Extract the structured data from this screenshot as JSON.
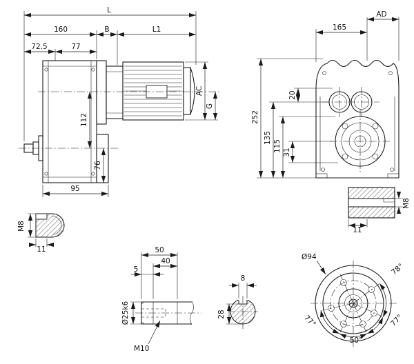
{
  "side_view": {
    "total_length": "L",
    "len_160": "160",
    "dim_B": "B",
    "dim_L1": "L1",
    "len_72_5": "72.5",
    "len_77": "77",
    "len_112": "112",
    "len_76": "76",
    "len_95": "95",
    "dim_AC": "AC",
    "dim_G": "G"
  },
  "front_view": {
    "len_165": "165",
    "dim_AD": "AD",
    "len_252": "252",
    "len_135": "135",
    "len_115": "115",
    "len_31": "31",
    "len_20": "20"
  },
  "key_end_view": {
    "thread": "M8",
    "len_11": "11"
  },
  "key_section_view": {
    "thread": "M8",
    "len_11": "11"
  },
  "shaft_detail": {
    "len_50": "50",
    "len_40": "40",
    "len_5": "5",
    "shaft_dia": "Ø25k6",
    "center_thread": "M10"
  },
  "shaft_section": {
    "len_8": "8",
    "len_28": "28"
  },
  "flange_view": {
    "bolt_circle_dia": "Ø94",
    "angle_top": "78°",
    "angle_left": "77°",
    "angle_right": "77°",
    "angle_bottom": "50°"
  }
}
